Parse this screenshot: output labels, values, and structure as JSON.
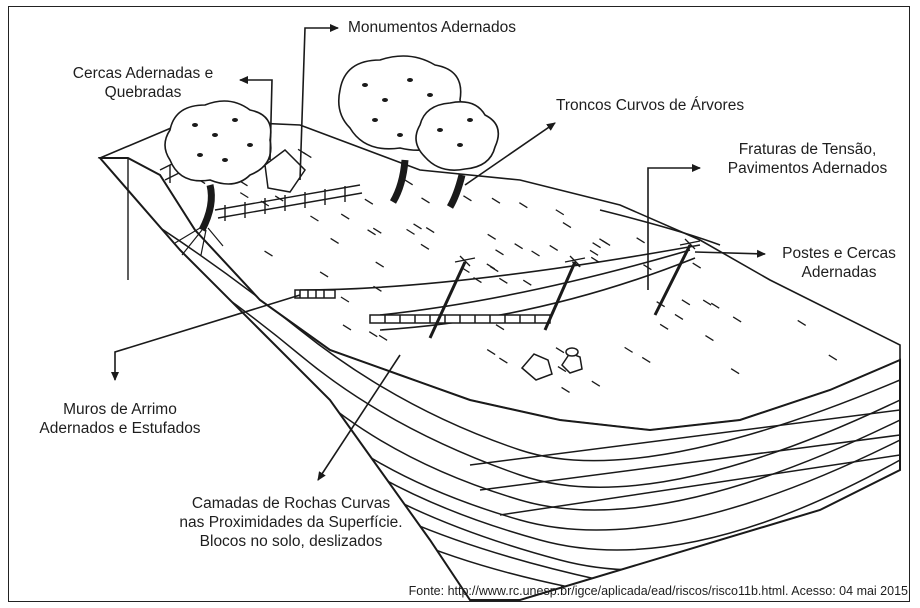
{
  "labels": {
    "monumentos": "Monumentos Adernados",
    "cercas_1": "Cercas Adernadas e",
    "cercas_2": "Quebradas",
    "troncos": "Troncos Curvos de Árvores",
    "fraturas_1": "Fraturas de Tensão,",
    "fraturas_2": "Pavimentos Adernados",
    "postes_1": "Postes e Cercas",
    "postes_2": "Adernadas",
    "muros_1": "Muros de Arrimo",
    "muros_2": "Adernados e Estufados",
    "camadas_1": "Camadas de Rochas Curvas",
    "camadas_2": "nas Proximidades da Superfície.",
    "camadas_3": "Blocos no solo, deslizados"
  },
  "source": "Fonte: http://www.rc.unesp.br/igce/aplicada/ead/riscos/risco11b.html. Acesso: 04 mai 2015"
}
